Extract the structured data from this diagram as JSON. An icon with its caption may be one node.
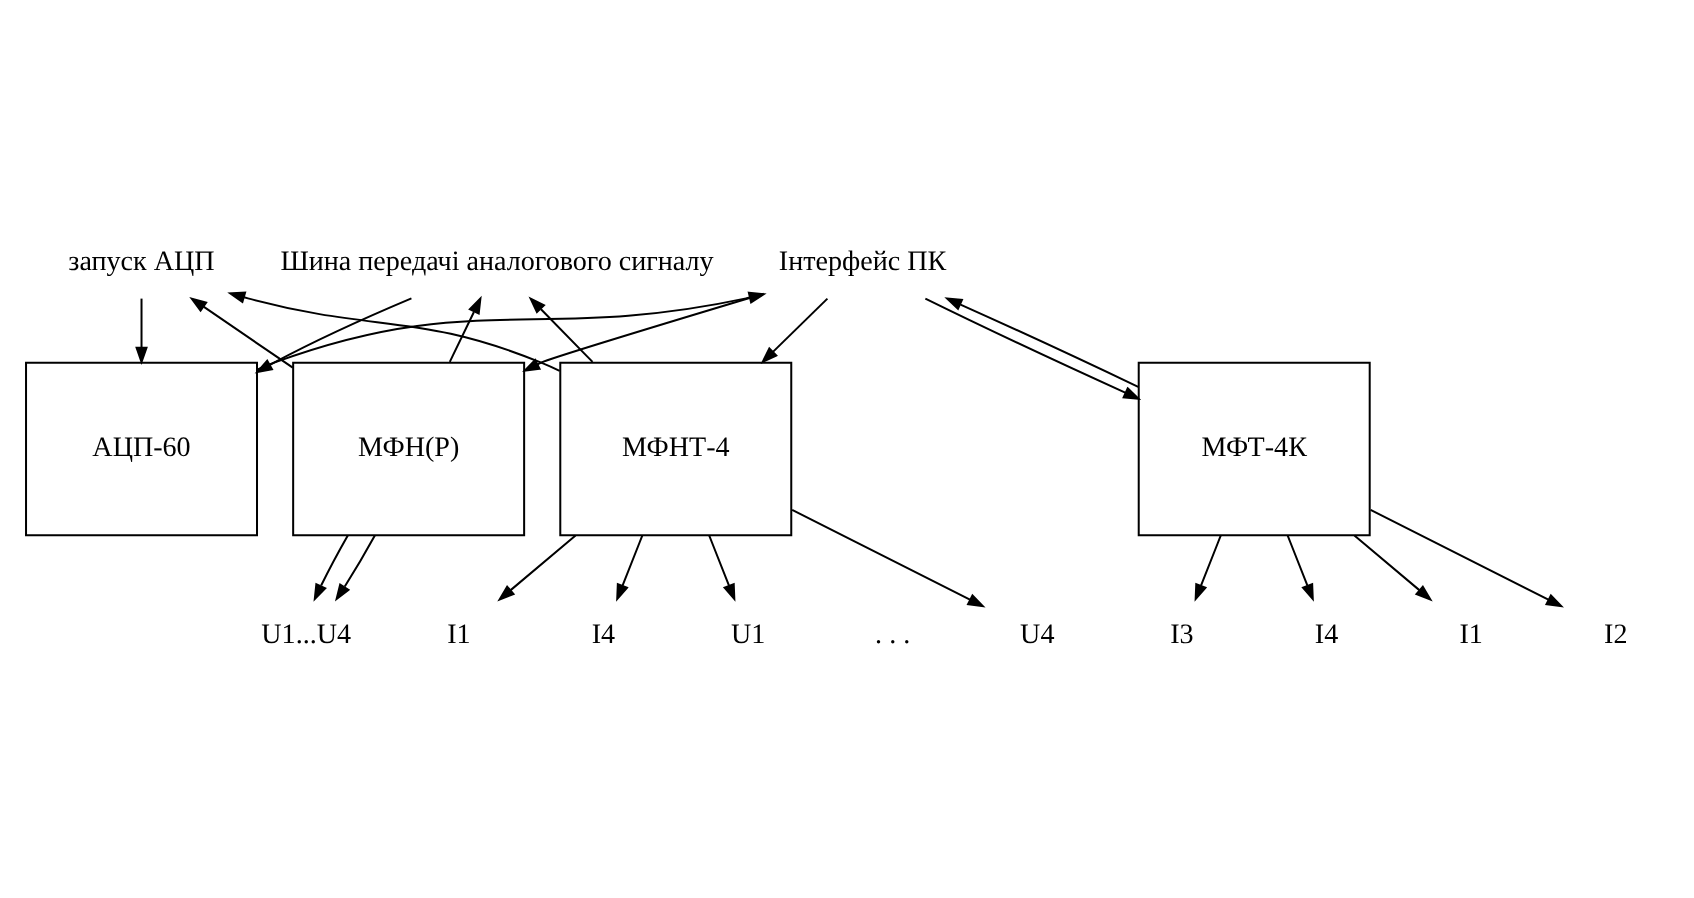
{
  "diagram": {
    "nodes": [
      {
        "text": [
          "Інтерфейс ПК"
        ]
      },
      {
        "text": [
          "Шина передачі аналогового сигналу"
        ]
      },
      {
        "text": [
          "запуск АЦП"
        ]
      },
      {
        "text": [
          "АЦП-60"
        ]
      },
      {
        "text": [
          "МФН(Р)"
        ]
      },
      {
        "text": [
          "МФНТ-4"
        ]
      },
      {
        "text": [
          "МФТ-4К"
        ]
      },
      {
        "text": [
          "U1...U4"
        ]
      },
      {
        "text": [
          "U1"
        ]
      },
      {
        "text": [
          "I1"
        ]
      },
      {
        "text": [
          "U4"
        ]
      },
      {
        "text": [
          "I4"
        ]
      },
      {
        "text": [
          "I1"
        ]
      },
      {
        "text": [
          "I2"
        ]
      },
      {
        "text": [
          "I3"
        ]
      },
      {
        "text": [
          "I4"
        ]
      }
    ],
    "edges": [
      {
        "from": 3,
        "to": 0,
        "arrow": "to"
      },
      {
        "from": 0,
        "to": 4,
        "arrow": "to"
      },
      {
        "from": 0,
        "to": 5,
        "arrow": "to"
      },
      {
        "from": 0,
        "to": 6,
        "arrow": "to"
      },
      {
        "from": 6,
        "to": 0,
        "arrow": "to"
      },
      {
        "from": 1,
        "to": 3,
        "arrow": "to"
      },
      {
        "from": 4,
        "to": 1,
        "arrow": "to"
      },
      {
        "from": 5,
        "to": 1,
        "arrow": "to"
      },
      {
        "from": 2,
        "to": 3,
        "arrow": "to"
      },
      {
        "from": 4,
        "to": 2,
        "arrow": "to"
      },
      {
        "from": 5,
        "to": 2,
        "arrow": "to"
      },
      {
        "from": 4,
        "to": 7,
        "arrow": "to"
      },
      {
        "from": 4,
        "to": 7,
        "arrow": "to"
      },
      {
        "from": 5,
        "to": 8,
        "arrow": "to"
      },
      {
        "from": 5,
        "to": 9,
        "arrow": "to"
      },
      {
        "from": 5,
        "to": 10,
        "arrow": "to"
      },
      {
        "from": 5,
        "to": 11,
        "arrow": "to"
      },
      {
        "from": 6,
        "to": 12,
        "arrow": "to"
      },
      {
        "from": 6,
        "to": 13,
        "arrow": "to"
      },
      {
        "from": 6,
        "to": 14,
        "arrow": "to"
      },
      {
        "from": 6,
        "to": 15,
        "arrow": "to"
      }
    ],
    "labels": [
      ". . ."
    ]
  }
}
